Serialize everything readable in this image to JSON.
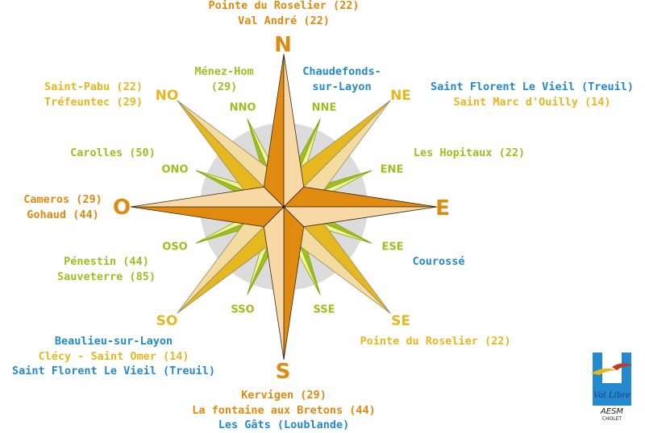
{
  "colors": {
    "orange": "#e08a0f",
    "yellow": "#e6b820",
    "green": "#9fbe1f",
    "blue": "#2489cf"
  },
  "directions": {
    "N": "N",
    "E": "E",
    "S": "S",
    "O": "O",
    "NE": "NE",
    "SE": "SE",
    "SO": "SO",
    "NO": "NO",
    "NNE": "NNE",
    "ENE": "ENE",
    "ESE": "ESE",
    "SSE": "SSE",
    "SSO": "SSO",
    "OSO": "OSO",
    "ONO": "ONO",
    "NNO": "NNO"
  },
  "sites": {
    "N": [
      "Pointe du Roselier (22)",
      "Val André (22)"
    ],
    "NNO": [
      "Ménez-Hom",
      "(29)"
    ],
    "NNE": [
      "Chaudefonds-",
      "sur-Layon"
    ],
    "NO": [
      "Saint-Pabu (22)",
      "Tréfeuntec (29)"
    ],
    "NE": [
      "Saint Florent Le Vieil (Treuil)",
      "Saint Marc d'Ouilly (14)"
    ],
    "ONO": [
      "Carolles (50)"
    ],
    "ENE": [
      "Les Hopitaux (22)"
    ],
    "O": [
      "Cameros (29)",
      "Gohaud (44)"
    ],
    "ESE": [
      "Courossé"
    ],
    "OSO": [
      "Pénestin (44)",
      "Sauveterre (85)"
    ],
    "SO": [
      "Beaulieu-sur-Layon",
      "Clécy - Saint Omer (14)",
      "Saint Florent Le Vieil (Treuil)"
    ],
    "SE": [
      "Pointe du Roselier (22)"
    ],
    "S": [
      "Kervigen (29)",
      "La fontaine aux Bretons (44)",
      "Les Gâts (Loublande)"
    ]
  },
  "logo": {
    "text": "Vol Libre",
    "brand": "AESM",
    "city": "CHOLET"
  }
}
